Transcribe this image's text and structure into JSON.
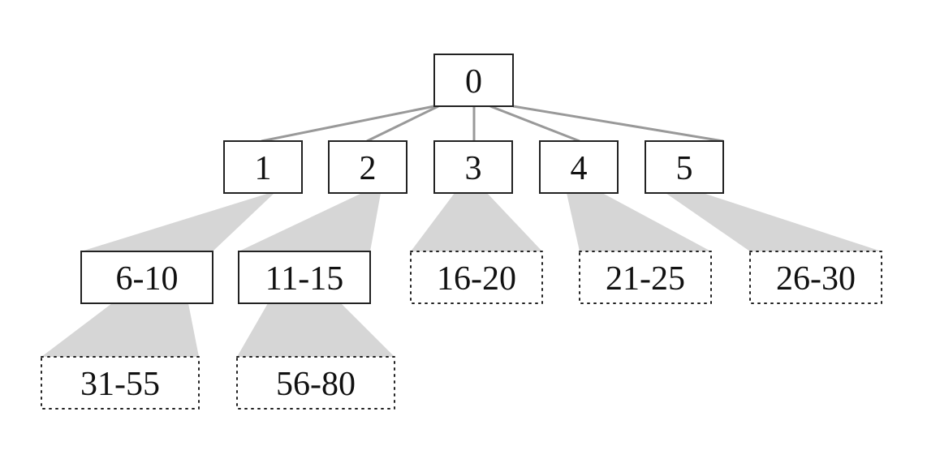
{
  "diagram": {
    "type": "tree",
    "colors": {
      "stroke": "#222222",
      "edge": "#999999",
      "fan": "#d6d6d6",
      "text": "#111111",
      "background": "#ffffff"
    },
    "nodes": [
      {
        "id": "n0",
        "label": "0",
        "style": "solid"
      },
      {
        "id": "n1",
        "label": "1",
        "style": "solid"
      },
      {
        "id": "n2",
        "label": "2",
        "style": "solid"
      },
      {
        "id": "n3",
        "label": "3",
        "style": "solid"
      },
      {
        "id": "n4",
        "label": "4",
        "style": "solid"
      },
      {
        "id": "n5",
        "label": "5",
        "style": "solid"
      },
      {
        "id": "n6_10",
        "label": "6-10",
        "style": "solid"
      },
      {
        "id": "n11_15",
        "label": "11-15",
        "style": "solid"
      },
      {
        "id": "n16_20",
        "label": "16-20",
        "style": "dotted"
      },
      {
        "id": "n21_25",
        "label": "21-25",
        "style": "dotted"
      },
      {
        "id": "n26_30",
        "label": "26-30",
        "style": "dotted"
      },
      {
        "id": "n31_55",
        "label": "31-55",
        "style": "dotted"
      },
      {
        "id": "n56_80",
        "label": "56-80",
        "style": "dotted"
      }
    ],
    "edges": [
      {
        "from": "n0",
        "to": "n1",
        "kind": "line"
      },
      {
        "from": "n0",
        "to": "n2",
        "kind": "line"
      },
      {
        "from": "n0",
        "to": "n3",
        "kind": "line"
      },
      {
        "from": "n0",
        "to": "n4",
        "kind": "line"
      },
      {
        "from": "n0",
        "to": "n5",
        "kind": "line"
      },
      {
        "from": "n1",
        "to": "n6_10",
        "kind": "fan"
      },
      {
        "from": "n2",
        "to": "n11_15",
        "kind": "fan"
      },
      {
        "from": "n3",
        "to": "n16_20",
        "kind": "fan"
      },
      {
        "from": "n4",
        "to": "n21_25",
        "kind": "fan"
      },
      {
        "from": "n5",
        "to": "n26_30",
        "kind": "fan"
      },
      {
        "from": "n6_10",
        "to": "n31_55",
        "kind": "fan"
      },
      {
        "from": "n11_15",
        "to": "n56_80",
        "kind": "fan"
      }
    ]
  }
}
